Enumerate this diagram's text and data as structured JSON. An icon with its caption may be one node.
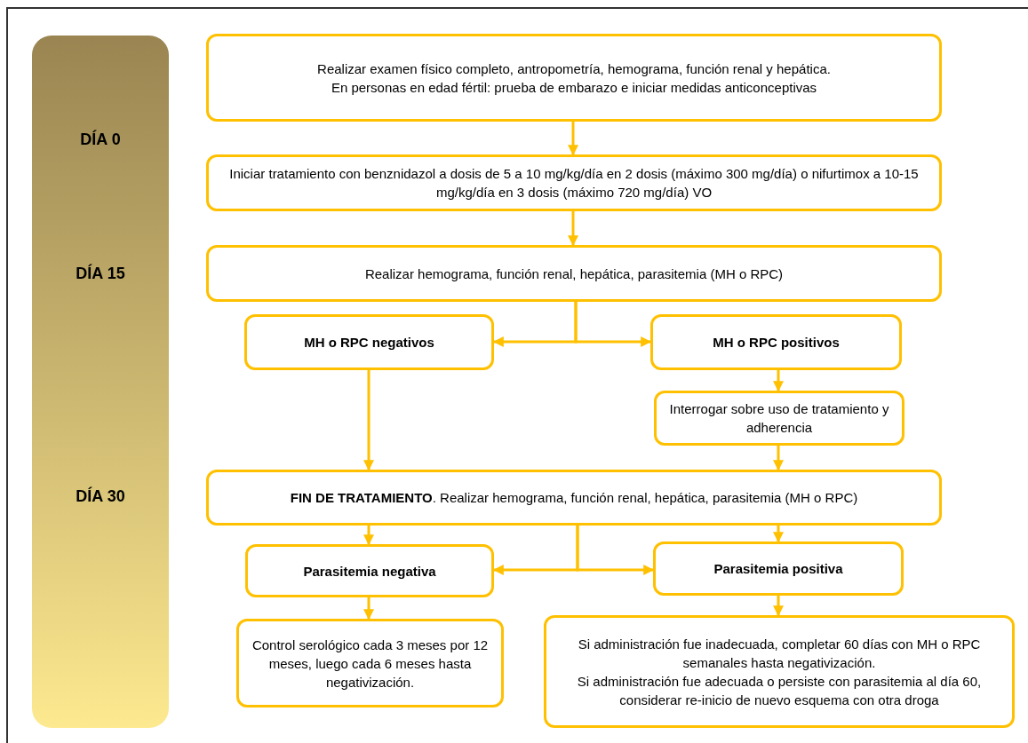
{
  "diagram": {
    "nodes": [
      {
        "text": [
          "DÍA 0",
          "DÍA 15",
          "DÍA 30"
        ]
      },
      {
        "text": [
          "Realizar examen físico completo, antropometría, hemograma, función renal y hepática.",
          "En personas en edad fértil: prueba de embarazo e iniciar medidas anticonceptivas"
        ]
      },
      {
        "text": [
          "Iniciar tratamiento con benznidazol a dosis de 5 a 10 mg/kg/día en 2 dosis (máximo 300 mg/día) o nifurtimox a 10-15 mg/kg/día en 3 dosis (máximo 720 mg/día) VO"
        ]
      },
      {
        "text": [
          "Realizar hemograma, función renal, hepática, parasitemia (MH o RPC)"
        ]
      },
      {
        "text": [
          "MH o RPC negativos"
        ]
      },
      {
        "text": [
          "MH o RPC positivos"
        ]
      },
      {
        "text": [
          "Interrogar sobre uso de tratamiento y adherencia"
        ]
      },
      {
        "text": [
          "**FIN DE TRATAMIENTO**. Realizar hemograma, función renal, hepática, parasitemia (MH o RPC)"
        ]
      },
      {
        "text": [
          "Parasitemia negativa"
        ]
      },
      {
        "text": [
          "Parasitemia positiva"
        ]
      },
      {
        "text": [
          "Control serológico cada 3 meses por 12 meses, luego cada 6 meses hasta negativización."
        ]
      },
      {
        "text": [
          "Si administración fue inadecuada, completar 60 días con MH o RPC semanales hasta negativización.",
          "Si administración fue adecuada o persiste con parasitemia al día 60, considerar re-inicio de nuevo esquema con otra droga"
        ]
      }
    ],
    "edges": [
      {
        "from": 1,
        "to": 2,
        "arrow": "to"
      },
      {
        "from": 2,
        "to": 3,
        "arrow": "to"
      },
      {
        "from": 3,
        "to": 4,
        "arrow": "to"
      },
      {
        "from": 3,
        "to": 5,
        "arrow": "to"
      },
      {
        "from": 4,
        "to": 7,
        "arrow": "to"
      },
      {
        "from": 5,
        "to": 6,
        "arrow": "to"
      },
      {
        "from": 6,
        "to": 7,
        "arrow": "to"
      },
      {
        "from": 7,
        "to": 8,
        "arrow": "to"
      },
      {
        "from": 7,
        "to": 9,
        "arrow": "to"
      },
      {
        "from": 7,
        "to": 8,
        "arrow": "to"
      },
      {
        "from": 7,
        "to": 9,
        "arrow": "to"
      },
      {
        "from": 8,
        "to": 10,
        "arrow": "to"
      },
      {
        "from": 9,
        "to": 11,
        "arrow": "to"
      }
    ]
  }
}
